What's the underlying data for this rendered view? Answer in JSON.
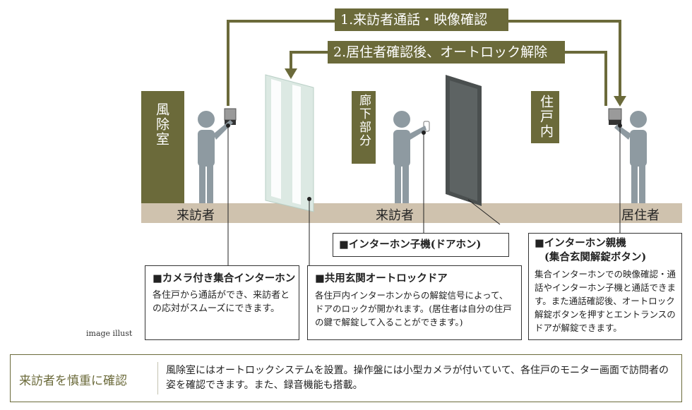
{
  "steps": {
    "step1": "1.来訪者通話・映像確認",
    "step2": "2.居住者確認後、オートロック解除"
  },
  "zones": {
    "windbreak_room": "風除室",
    "corridor": "廊下部分",
    "inside_unit": "住戸内"
  },
  "people": {
    "visitor_1": "来訪者",
    "visitor_2": "来訪者",
    "resident": "居住者"
  },
  "callouts": {
    "camera_intercom": {
      "title": "■カメラ付き集合インターホン",
      "desc": "各住戸から通話ができ、来訪者との応対がスムーズにできます。"
    },
    "autolock_door": {
      "title": "■共用玄関オートロックドア",
      "desc": "各住戸内インターホンからの解錠信号によって、ドアのロックが開かれます。(居住者は自分の住戸の鍵で解錠して入ることができます。)"
    },
    "door_phone": {
      "title": "■インターホン子機(ドアホン)"
    },
    "master_intercom": {
      "title": "■インターホン親機",
      "subtitle": "(集合玄関解錠ボタン)",
      "desc": "集合インターホンでの映像確認・通話やインターホン子機と通話できます。また通話確認後、オートロック解錠ボタンを押すとエントランスのドアが解錠できます。"
    }
  },
  "caption": "image illust",
  "summary": {
    "title": "来訪者を慎重に確認",
    "text": "風除室にはオートロックシステムを設置。操作盤には小型カメラが付いていて、各住戸のモニター画面で訪問者の姿を確認できます。また、録音機能も搭載。"
  },
  "colors": {
    "olive": "#6b6a3a",
    "floor": "#cfc2ae",
    "figure": "#8e9aa1",
    "glass": "#dce9e3",
    "door": "#4a4f4f"
  }
}
